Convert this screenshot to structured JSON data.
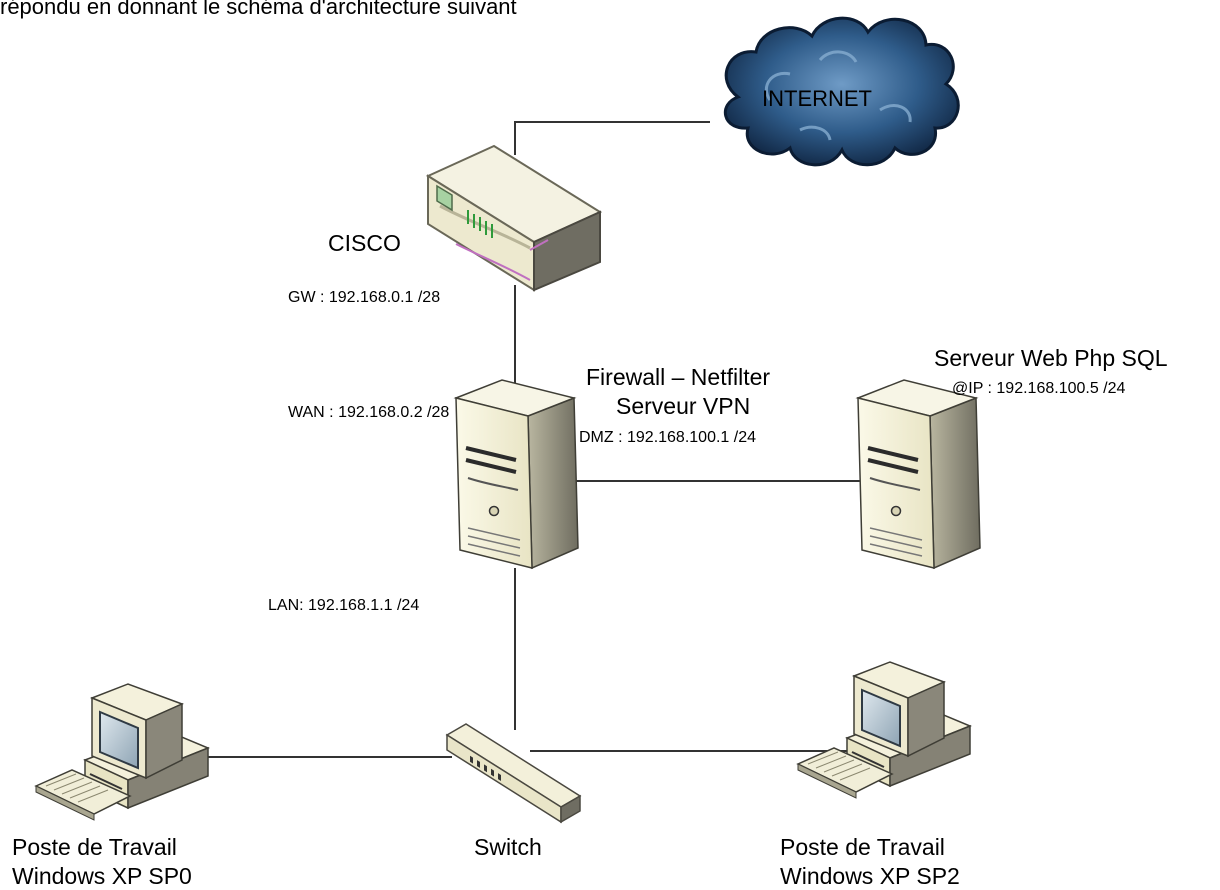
{
  "intro_text": "répondu en donnant le schéma d'architecture suivant",
  "nodes": {
    "internet": {
      "label": "INTERNET",
      "icon": "cloud-icon"
    },
    "router": {
      "label": "CISCO",
      "ip": "GW : 192.168.0.1 /28",
      "icon": "router-icon"
    },
    "firewall": {
      "title_line1": "Firewall – Netfilter",
      "title_line2": "Serveur VPN",
      "wan": "WAN : 192.168.0.2 /28",
      "dmz": "DMZ : 192.168.100.1 /24",
      "lan": "LAN: 192.168.1.1 /24",
      "icon": "server-tower-icon"
    },
    "webserver": {
      "label": "Serveur Web Php SQL",
      "ip": "@IP : 192.168.100.5 /24",
      "icon": "server-tower-icon"
    },
    "switch": {
      "label": "Switch",
      "icon": "network-switch-icon"
    },
    "workstation_sp0": {
      "line1": "Poste de Travail",
      "line2": "Windows XP SP0",
      "icon": "desktop-computer-icon"
    },
    "workstation_sp2": {
      "line1": "Poste de Travail",
      "line2": "Windows XP SP2",
      "icon": "desktop-computer-icon"
    }
  },
  "colors": {
    "cloud_dark": "#0f2b4a",
    "cloud_light": "#4f7fb0",
    "device_body": "#f1eed6",
    "device_shadow": "#9f9c8a",
    "link": "#333333"
  }
}
